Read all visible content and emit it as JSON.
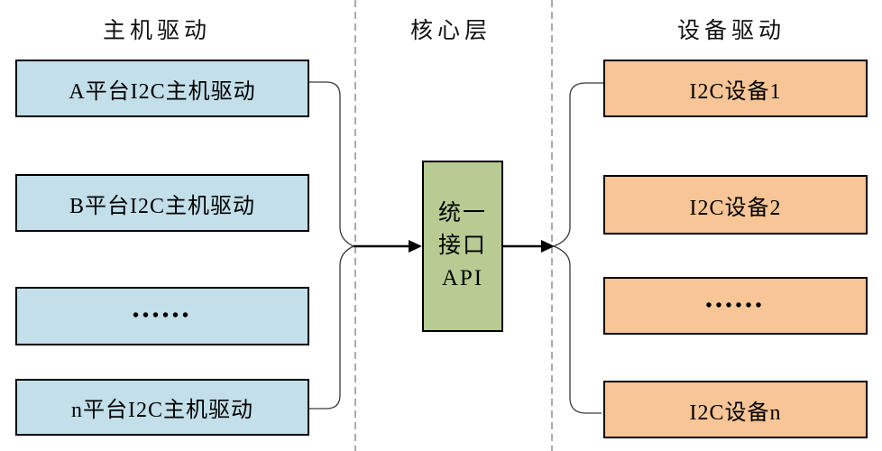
{
  "diagram": {
    "left": {
      "header": "主机驱动",
      "boxes": [
        "A平台I2C主机驱动",
        "B平台I2C主机驱动",
        "••••••",
        "n平台I2C主机驱动"
      ]
    },
    "center": {
      "header": "核心层",
      "core_lines": [
        "统一",
        "接口",
        "API"
      ]
    },
    "right": {
      "header": "设备驱动",
      "boxes": [
        "I2C设备1",
        "I2C设备2",
        "••••••",
        "I2C设备n"
      ]
    },
    "colors": {
      "host_box": "#c3dfe9",
      "device_box": "#f7c596",
      "core_box": "#b7cb92",
      "divider": "#ababab",
      "connector": "#3a3a3a",
      "arrow": "#000000"
    }
  }
}
